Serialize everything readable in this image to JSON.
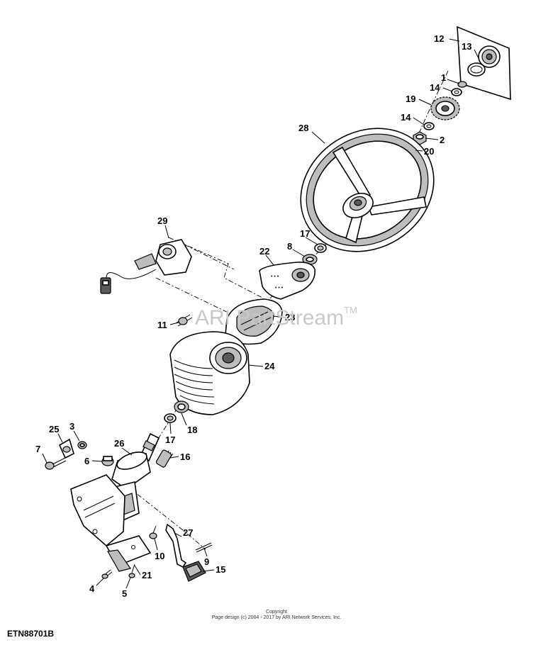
{
  "watermark": {
    "text": "ARI PartStream",
    "mark": "TM"
  },
  "copyright": {
    "line1": "Copyright",
    "line2": "Page design (c) 2004 - 2017 by ARI Network Services, Inc."
  },
  "figure_id": "ETN88701B",
  "callouts": {
    "c1": "1",
    "c2": "2",
    "c3": "3",
    "c4": "4",
    "c5": "5",
    "c6": "6",
    "c7": "7",
    "c8": "8",
    "c9": "9",
    "c10": "10",
    "c11": "11",
    "c12": "12",
    "c13": "13",
    "c14a": "14",
    "c14b": "14",
    "c15": "15",
    "c16": "16",
    "c17a": "17",
    "c17b": "17",
    "c18": "18",
    "c19": "19",
    "c20": "20",
    "c21": "21",
    "c22": "22",
    "c23": "23",
    "c24": "24",
    "c25": "25",
    "c26": "26",
    "c27": "27",
    "c28": "28",
    "c29": "29"
  }
}
